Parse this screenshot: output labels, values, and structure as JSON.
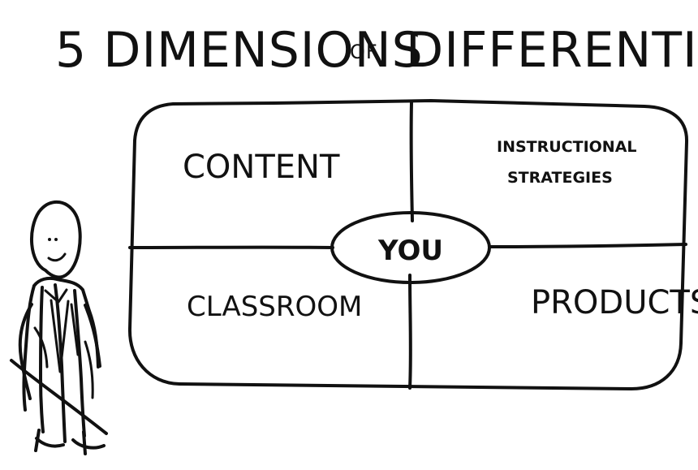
{
  "title": {
    "main_left": "5 DIMENSIONS",
    "connector": "OF",
    "main_right": "DIFFERENTIATION"
  },
  "diagram": {
    "center": "YOU",
    "quadrants": {
      "top_left": "CONTENT",
      "top_right_line1": "INSTRUCTIONAL",
      "top_right_line2": "STRATEGIES",
      "bottom_left": "CLASSROOM",
      "bottom_right": "PRODUCTS"
    }
  },
  "figure": {
    "name": "presenter"
  },
  "colors": {
    "ink": "#111111",
    "background": "#ffffff"
  }
}
